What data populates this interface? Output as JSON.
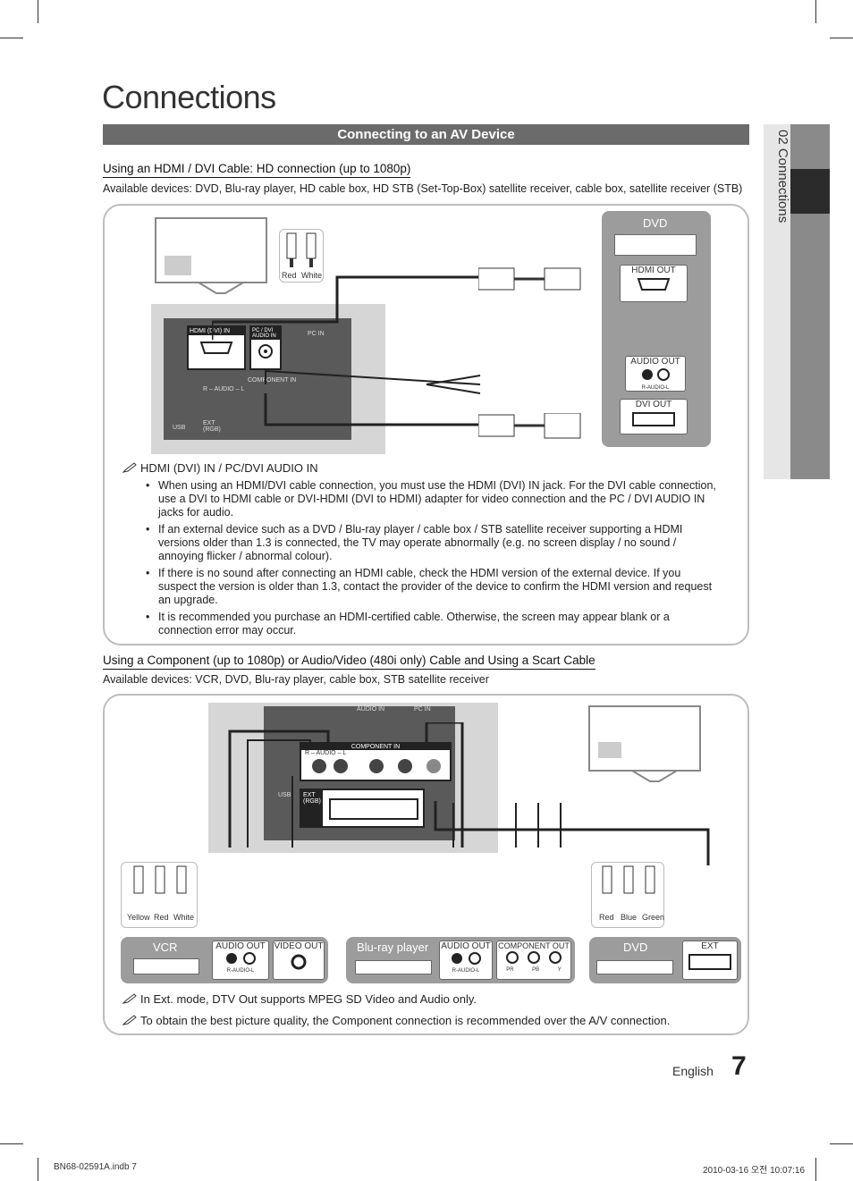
{
  "page": {
    "title": "Connections",
    "section_title": "Connecting to an AV Device",
    "side_tab_label": "02  Connections",
    "footer_language": "English",
    "page_number": "7",
    "footer_file": "BN68-02591A.indb   7",
    "footer_timestamp": "2010-03-16   오전 10:07:16"
  },
  "hdmi_section": {
    "heading": "Using an HDMI / DVI Cable: HD connection (up to 1080p)",
    "available": "Available devices: DVD, Blu-ray player, HD cable box, HD STB (Set-Top-Box) satellite receiver, cable box, satellite receiver (STB)",
    "diagram": {
      "tv_ports": {
        "hdmi_dvi_in": "HDMI (DVI) IN",
        "pc_dvi_audio_in": "PC / DVI AUDIO IN",
        "pc_in": "PC IN",
        "component_in": "COMPONENT IN",
        "audio": "R – AUDIO – L",
        "usb": "USB",
        "ext": "EXT (RGB)"
      },
      "audio_plugs": [
        "Red",
        "White"
      ],
      "device_name": "DVD",
      "device_ports": {
        "hdmi_out": "HDMI OUT",
        "audio_out": "AUDIO OUT",
        "audio_sub": "R-AUDIO-L",
        "dvi_out": "DVI OUT"
      }
    },
    "note_title": "HDMI (DVI) IN / PC/DVI AUDIO IN",
    "bullets": [
      "When using an HDMI/DVI cable connection, you must use the HDMI (DVI) IN jack. For the DVI cable connection, use a DVI to HDMI cable or DVI-HDMI (DVI to HDMI) adapter for video connection and the PC / DVI AUDIO IN jacks for audio.",
      "If an external device such as a DVD / Blu-ray player / cable box / STB satellite receiver supporting a HDMI versions older than 1.3 is connected, the TV may operate abnormally (e.g. no screen display / no sound / annoying flicker / abnormal colour).",
      "If there is no sound after connecting an HDMI cable, check the HDMI version of the external device. If you suspect the version is older than 1.3, contact the provider of the device to confirm the HDMI version and request an upgrade.",
      "It is recommended you purchase an HDMI-certified cable. Otherwise, the screen may appear blank or a connection error may occur."
    ]
  },
  "component_section": {
    "heading": "Using a Component (up to 1080p) or Audio/Video (480i only) Cable and Using a Scart Cable",
    "available": "Available devices: VCR, DVD, Blu-ray player, cable box, STB satellite receiver",
    "diagram": {
      "tv_ports": {
        "component_in": "COMPONENT IN",
        "audio": "R – AUDIO – L",
        "ext": "EXT (RGB)",
        "audio_in": "AUDIO IN",
        "pc_in": "PC IN",
        "usb": "USB"
      },
      "vcr_plugs": [
        "Yellow",
        "Red",
        "White"
      ],
      "dvd_plugs": [
        "Red",
        "Blue",
        "Green"
      ],
      "devices": {
        "vcr": {
          "name": "VCR",
          "audio_out": "AUDIO OUT",
          "audio_sub": "R-AUDIO-L",
          "video_out": "VIDEO OUT"
        },
        "bluray": {
          "name": "Blu-ray player",
          "audio_out": "AUDIO OUT",
          "audio_sub": "R-AUDIO-L",
          "component_out": "COMPONENT OUT",
          "component_sub": [
            "PR",
            "PB",
            "Y"
          ]
        },
        "dvd": {
          "name": "DVD",
          "ext": "EXT"
        }
      }
    },
    "notes": [
      "In Ext. mode, DTV Out supports MPEG SD Video and Audio only.",
      "To obtain the best picture quality, the Component connection is recommended over the A/V connection."
    ]
  }
}
